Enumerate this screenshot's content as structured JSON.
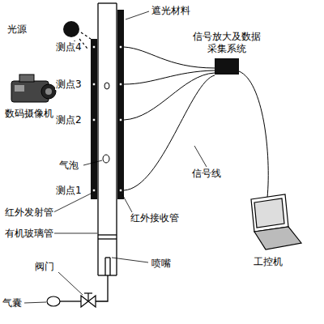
{
  "diagram": {
    "nodes": [
      {
        "text": [
          "信号放大及数据采集系统"
        ]
      }
    ],
    "labels": [
      "光源",
      "数码摄像机",
      "测点4",
      "测点3",
      "测点2",
      "气泡",
      "测点1",
      "红外发射管",
      "有机玻璃管",
      "阀门",
      "气囊",
      "遮光材料",
      "信号线",
      "红外接收管",
      "喷嘴",
      "工控机"
    ]
  }
}
